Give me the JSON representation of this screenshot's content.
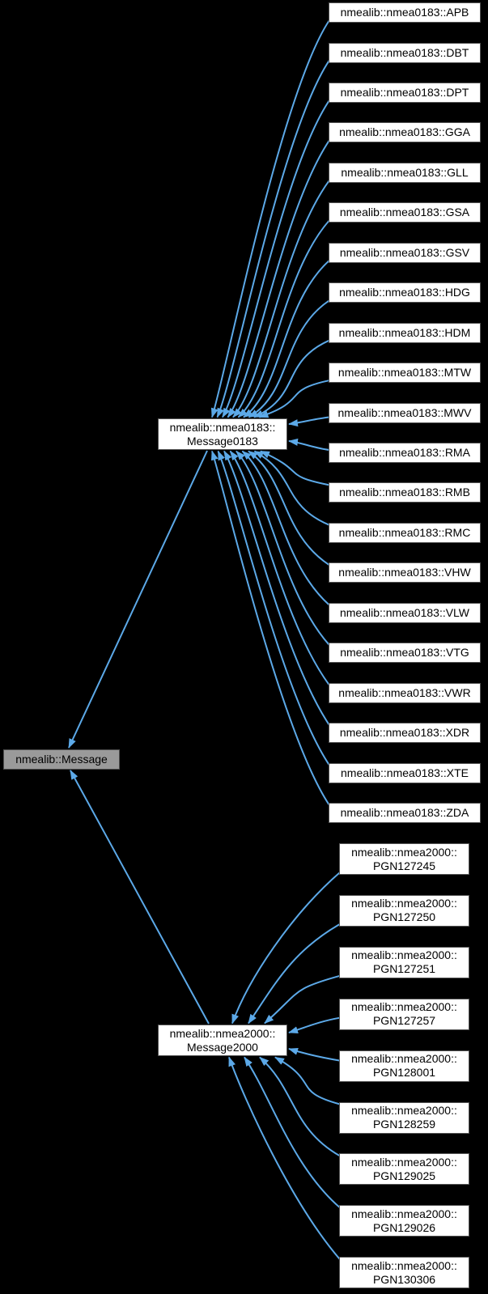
{
  "diagram": {
    "root_label": "nmealib::Message",
    "nmea0183_hub": {
      "line1": "nmealib::nmea0183::",
      "line2": "Message0183"
    },
    "nmea2000_hub": {
      "line1": "nmealib::nmea2000::",
      "line2": "Message2000"
    },
    "nmea0183_classes": [
      "nmealib::nmea0183::APB",
      "nmealib::nmea0183::DBT",
      "nmealib::nmea0183::DPT",
      "nmealib::nmea0183::GGA",
      "nmealib::nmea0183::GLL",
      "nmealib::nmea0183::GSA",
      "nmealib::nmea0183::GSV",
      "nmealib::nmea0183::HDG",
      "nmealib::nmea0183::HDM",
      "nmealib::nmea0183::MTW",
      "nmealib::nmea0183::MWV",
      "nmealib::nmea0183::RMA",
      "nmealib::nmea0183::RMB",
      "nmealib::nmea0183::RMC",
      "nmealib::nmea0183::VHW",
      "nmealib::nmea0183::VLW",
      "nmealib::nmea0183::VTG",
      "nmealib::nmea0183::VWR",
      "nmealib::nmea0183::XDR",
      "nmealib::nmea0183::XTE",
      "nmealib::nmea0183::ZDA"
    ],
    "nmea2000_prefix": "nmealib::nmea2000::",
    "nmea2000_classes": [
      "PGN127245",
      "PGN127250",
      "PGN127251",
      "PGN127257",
      "PGN128001",
      "PGN128259",
      "PGN129025",
      "PGN129026",
      "PGN130306"
    ]
  },
  "colors": {
    "background": "#000000",
    "edge": "#5ca9e8",
    "node_fill": "#ffffff",
    "node_border": "#545454",
    "root_fill": "#9a9a9a",
    "root_border": "#4f4f4f",
    "text": "#000000"
  }
}
